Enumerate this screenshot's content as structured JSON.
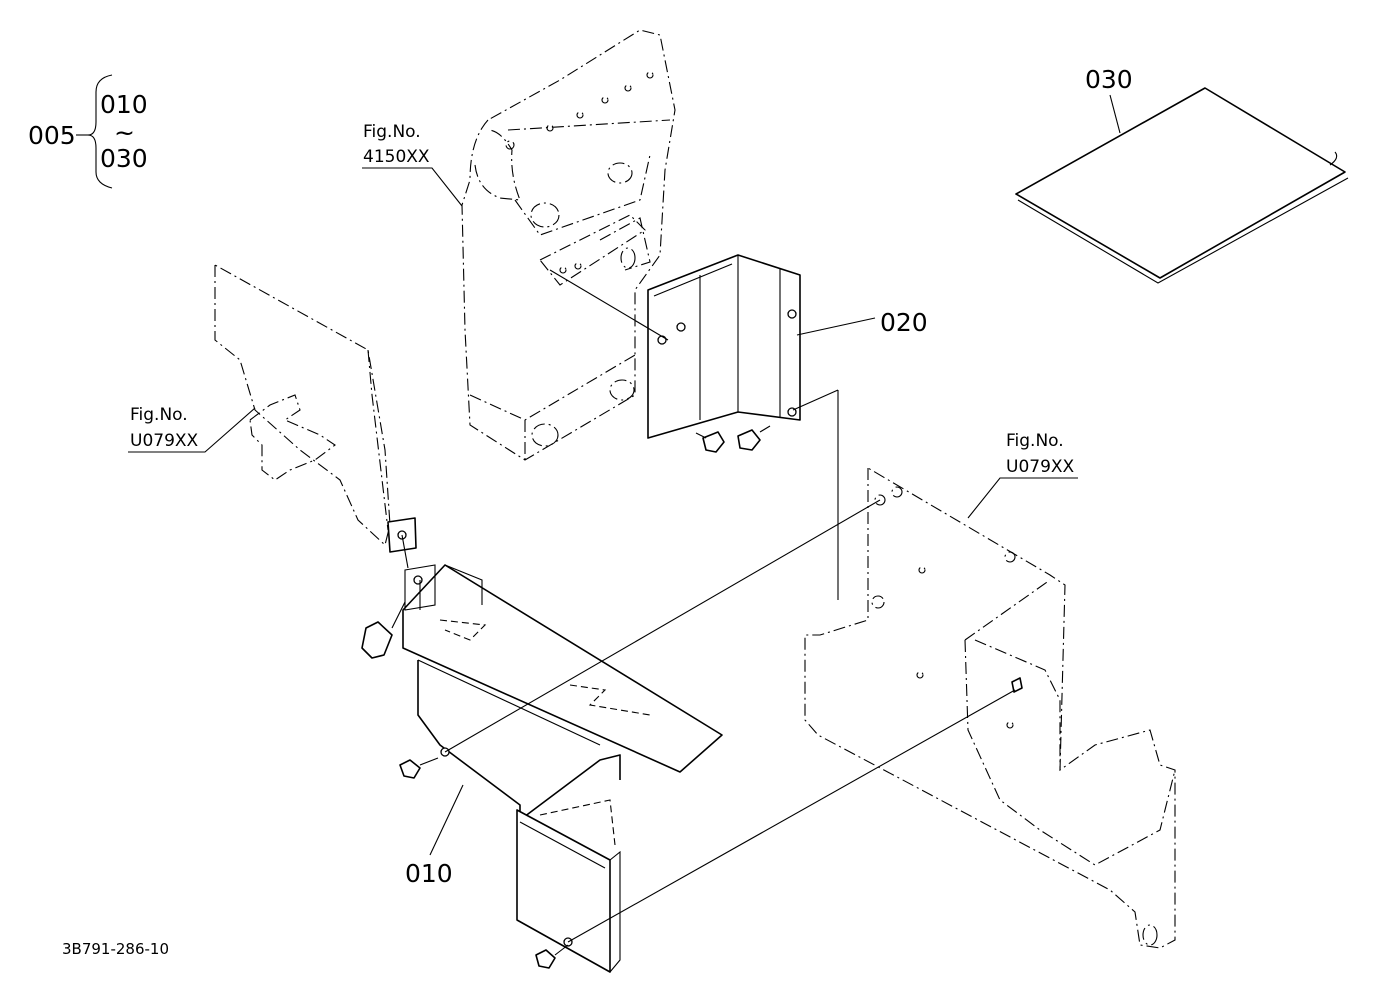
{
  "assembly": {
    "group_code": "005",
    "range_start": "010",
    "range_sep": "~",
    "range_end": "030"
  },
  "callouts": {
    "part_010": "010",
    "part_020": "020",
    "part_030": "030"
  },
  "figure_refs": {
    "top": {
      "line1": "Fig.No.",
      "line2": "4150XX"
    },
    "left": {
      "line1": "Fig.No.",
      "line2": "U079XX"
    },
    "right": {
      "line1": "Fig.No.",
      "line2": "U079XX"
    }
  },
  "drawing_number": "3B791-286-10"
}
